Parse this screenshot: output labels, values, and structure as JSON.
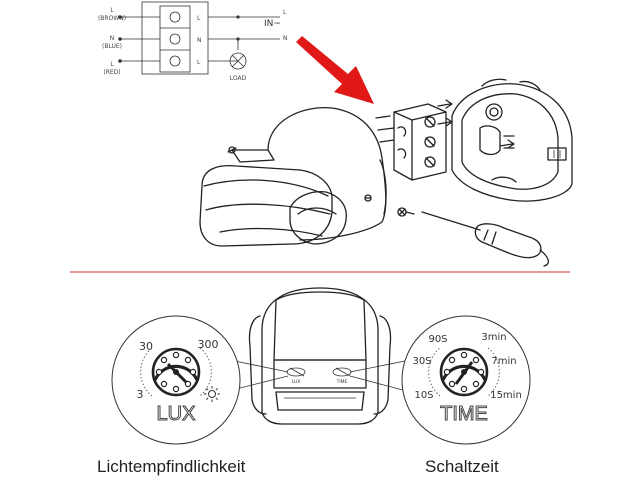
{
  "wiring": {
    "terminals": [
      {
        "letter": "L",
        "wire": "(BROWN)"
      },
      {
        "letter": "N",
        "wire": "(BLUE)"
      },
      {
        "letter": "L",
        "wire": "(RED)"
      }
    ],
    "block_labels": [
      "L",
      "N",
      "L"
    ],
    "input_label_l": "L",
    "input_label_n": "N",
    "input_label": "IN~",
    "load_label": "LOAD"
  },
  "lux_dial": {
    "title": "LUX",
    "ticks": [
      "30",
      "300",
      "3"
    ],
    "icon": "sun-icon",
    "caption": "Lichtempfindlichkeit"
  },
  "time_dial": {
    "title": "TIME",
    "ticks": [
      "90S",
      "3min",
      "30S",
      "7min",
      "10S",
      "15min"
    ],
    "caption": "Schaltzeit"
  },
  "sensor_labels": [
    "LUX",
    "TIME"
  ],
  "colors": {
    "divider": "#c0392b",
    "arrow": "#e01818",
    "line": "#222222"
  }
}
